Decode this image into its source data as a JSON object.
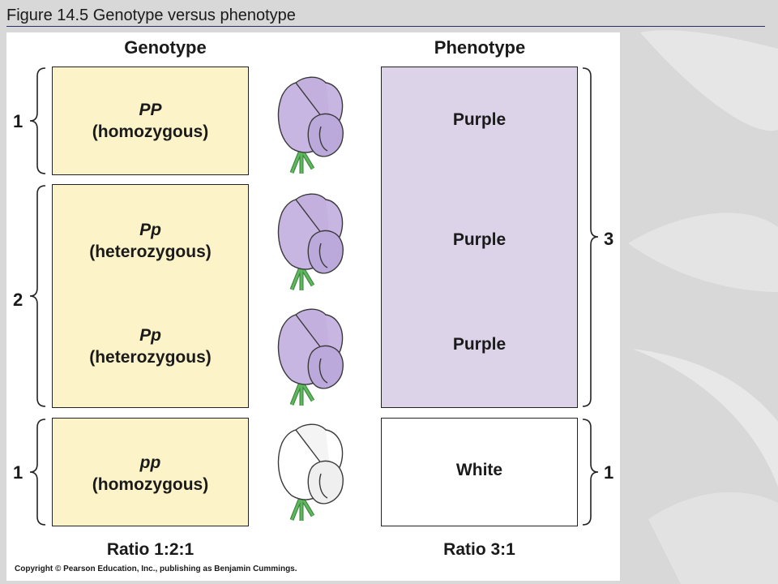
{
  "slide": {
    "title": "Figure 14.5  Genotype versus phenotype"
  },
  "figure": {
    "genotype_heading": "Genotype",
    "phenotype_heading": "Phenotype",
    "genotypes": [
      {
        "symbol": "PP",
        "zygosity": "(homozygous)"
      },
      {
        "symbol": "Pp",
        "zygosity": "(heterozygous)"
      },
      {
        "symbol": "Pp",
        "zygosity": "(heterozygous)"
      },
      {
        "symbol": "pp",
        "zygosity": "(homozygous)"
      }
    ],
    "phenotypes": [
      "Purple",
      "Purple",
      "Purple",
      "White"
    ],
    "genotype_counts": [
      "1",
      "2",
      "1"
    ],
    "phenotype_counts": [
      "3",
      "1"
    ],
    "genotype_ratio": "Ratio 1:2:1",
    "phenotype_ratio": "Ratio 3:1",
    "copyright": "Copyright © Pearson Education, Inc., publishing as Benjamin Cummings."
  },
  "colors": {
    "genotype_box": "#fcf3c8",
    "purple_phenotype_box": "#ddd3e8",
    "white_phenotype_box": "#ffffff",
    "purple_flower": "#c8b6e2",
    "white_flower": "#ffffff",
    "stem": "#5cb85c"
  },
  "icons": [
    "purple-flower-icon",
    "white-flower-icon",
    "brace-icon"
  ]
}
